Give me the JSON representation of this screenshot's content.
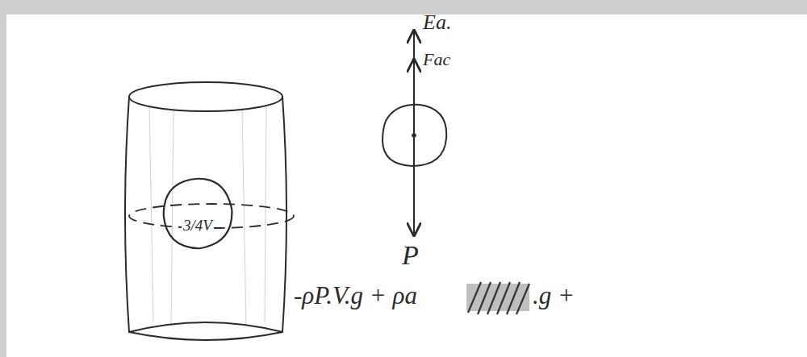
{
  "diagram": {
    "nodes": [
      {
        "text": [
          "3/4V"
        ]
      }
    ],
    "labels": [
      "Ea.",
      "Fac",
      "P",
      "-ρP.V.g + ρa",
      ".g +"
    ]
  }
}
